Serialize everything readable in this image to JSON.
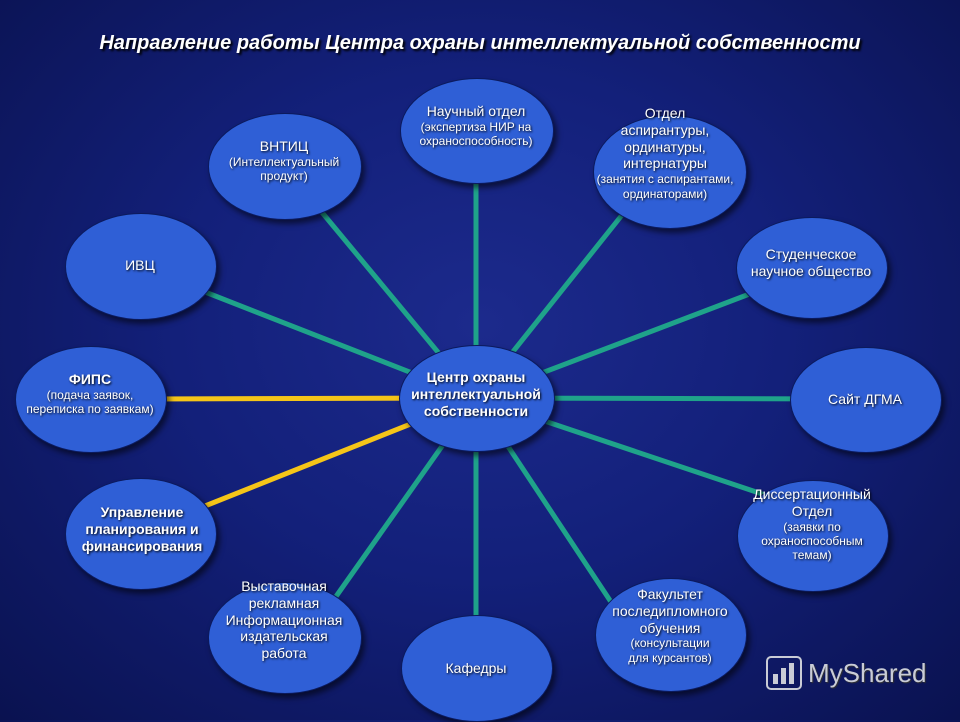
{
  "title": "Направление работы Центра охраны интеллектуальной собственности",
  "center": {
    "lines": [
      "Центр охраны",
      "интеллектуальной",
      "собственности"
    ]
  },
  "nodes": [
    {
      "id": "nauchny-otdel",
      "name": "Научный отдел",
      "desc": [
        "(экспертиза НИР на",
        "охраноспособность)"
      ],
      "link_color": "#1fa38a"
    },
    {
      "id": "aspirantura",
      "name": "Отдел аспирантуры, ординатуры, интернатуры",
      "name_lines": [
        "Отдел",
        "аспирантуры,",
        "ординатуры,",
        "интернатуры"
      ],
      "desc": [
        "(занятия с аспирантами,",
        "ординаторами)"
      ],
      "link_color": "#1fa38a"
    },
    {
      "id": "sno",
      "name_lines": [
        "Студенческое",
        "научное общество"
      ],
      "link_color": "#1fa38a"
    },
    {
      "id": "sait",
      "name": "Сайт ДГМА",
      "link_color": "#1fa38a"
    },
    {
      "id": "dissert",
      "name_lines": [
        "Диссертационный",
        "Отдел"
      ],
      "desc": [
        "(заявки по",
        "охраноспособным",
        "темам)"
      ],
      "link_color": "#1fa38a"
    },
    {
      "id": "fpo",
      "name_lines": [
        "Факультет",
        "последипломного",
        "обучения"
      ],
      "desc": [
        "(консультации",
        "для курсантов)"
      ],
      "link_color": "#1fa38a"
    },
    {
      "id": "kafedry",
      "name": "Кафедры",
      "link_color": "#1fa38a"
    },
    {
      "id": "vystavochnaya",
      "name_lines": [
        "Выставочная",
        "рекламная",
        "Информационная",
        "издательская",
        "работа"
      ],
      "link_color": "#1fa38a"
    },
    {
      "id": "upravlenie",
      "name_lines": [
        "Управление",
        "планирования и",
        "финансирования"
      ],
      "link_color": "#f5c518"
    },
    {
      "id": "fips",
      "name": "ФИПС",
      "desc": [
        "(подача заявок,",
        "переписка по заявкам)"
      ],
      "link_color": "#f5c518"
    },
    {
      "id": "ivc",
      "name": "ИВЦ",
      "link_color": "#1fa38a"
    },
    {
      "id": "vntic",
      "name": "ВНТИЦ",
      "desc": [
        "(Интеллектуальный",
        "продукт)"
      ],
      "link_color": "#1fa38a"
    }
  ],
  "colors": {
    "node_fill": "#2f5fd6",
    "link_teal": "#1fa38a",
    "link_yellow": "#f5c518"
  },
  "watermark": {
    "text": "MyShared",
    "icon": "bar-chart-icon"
  }
}
